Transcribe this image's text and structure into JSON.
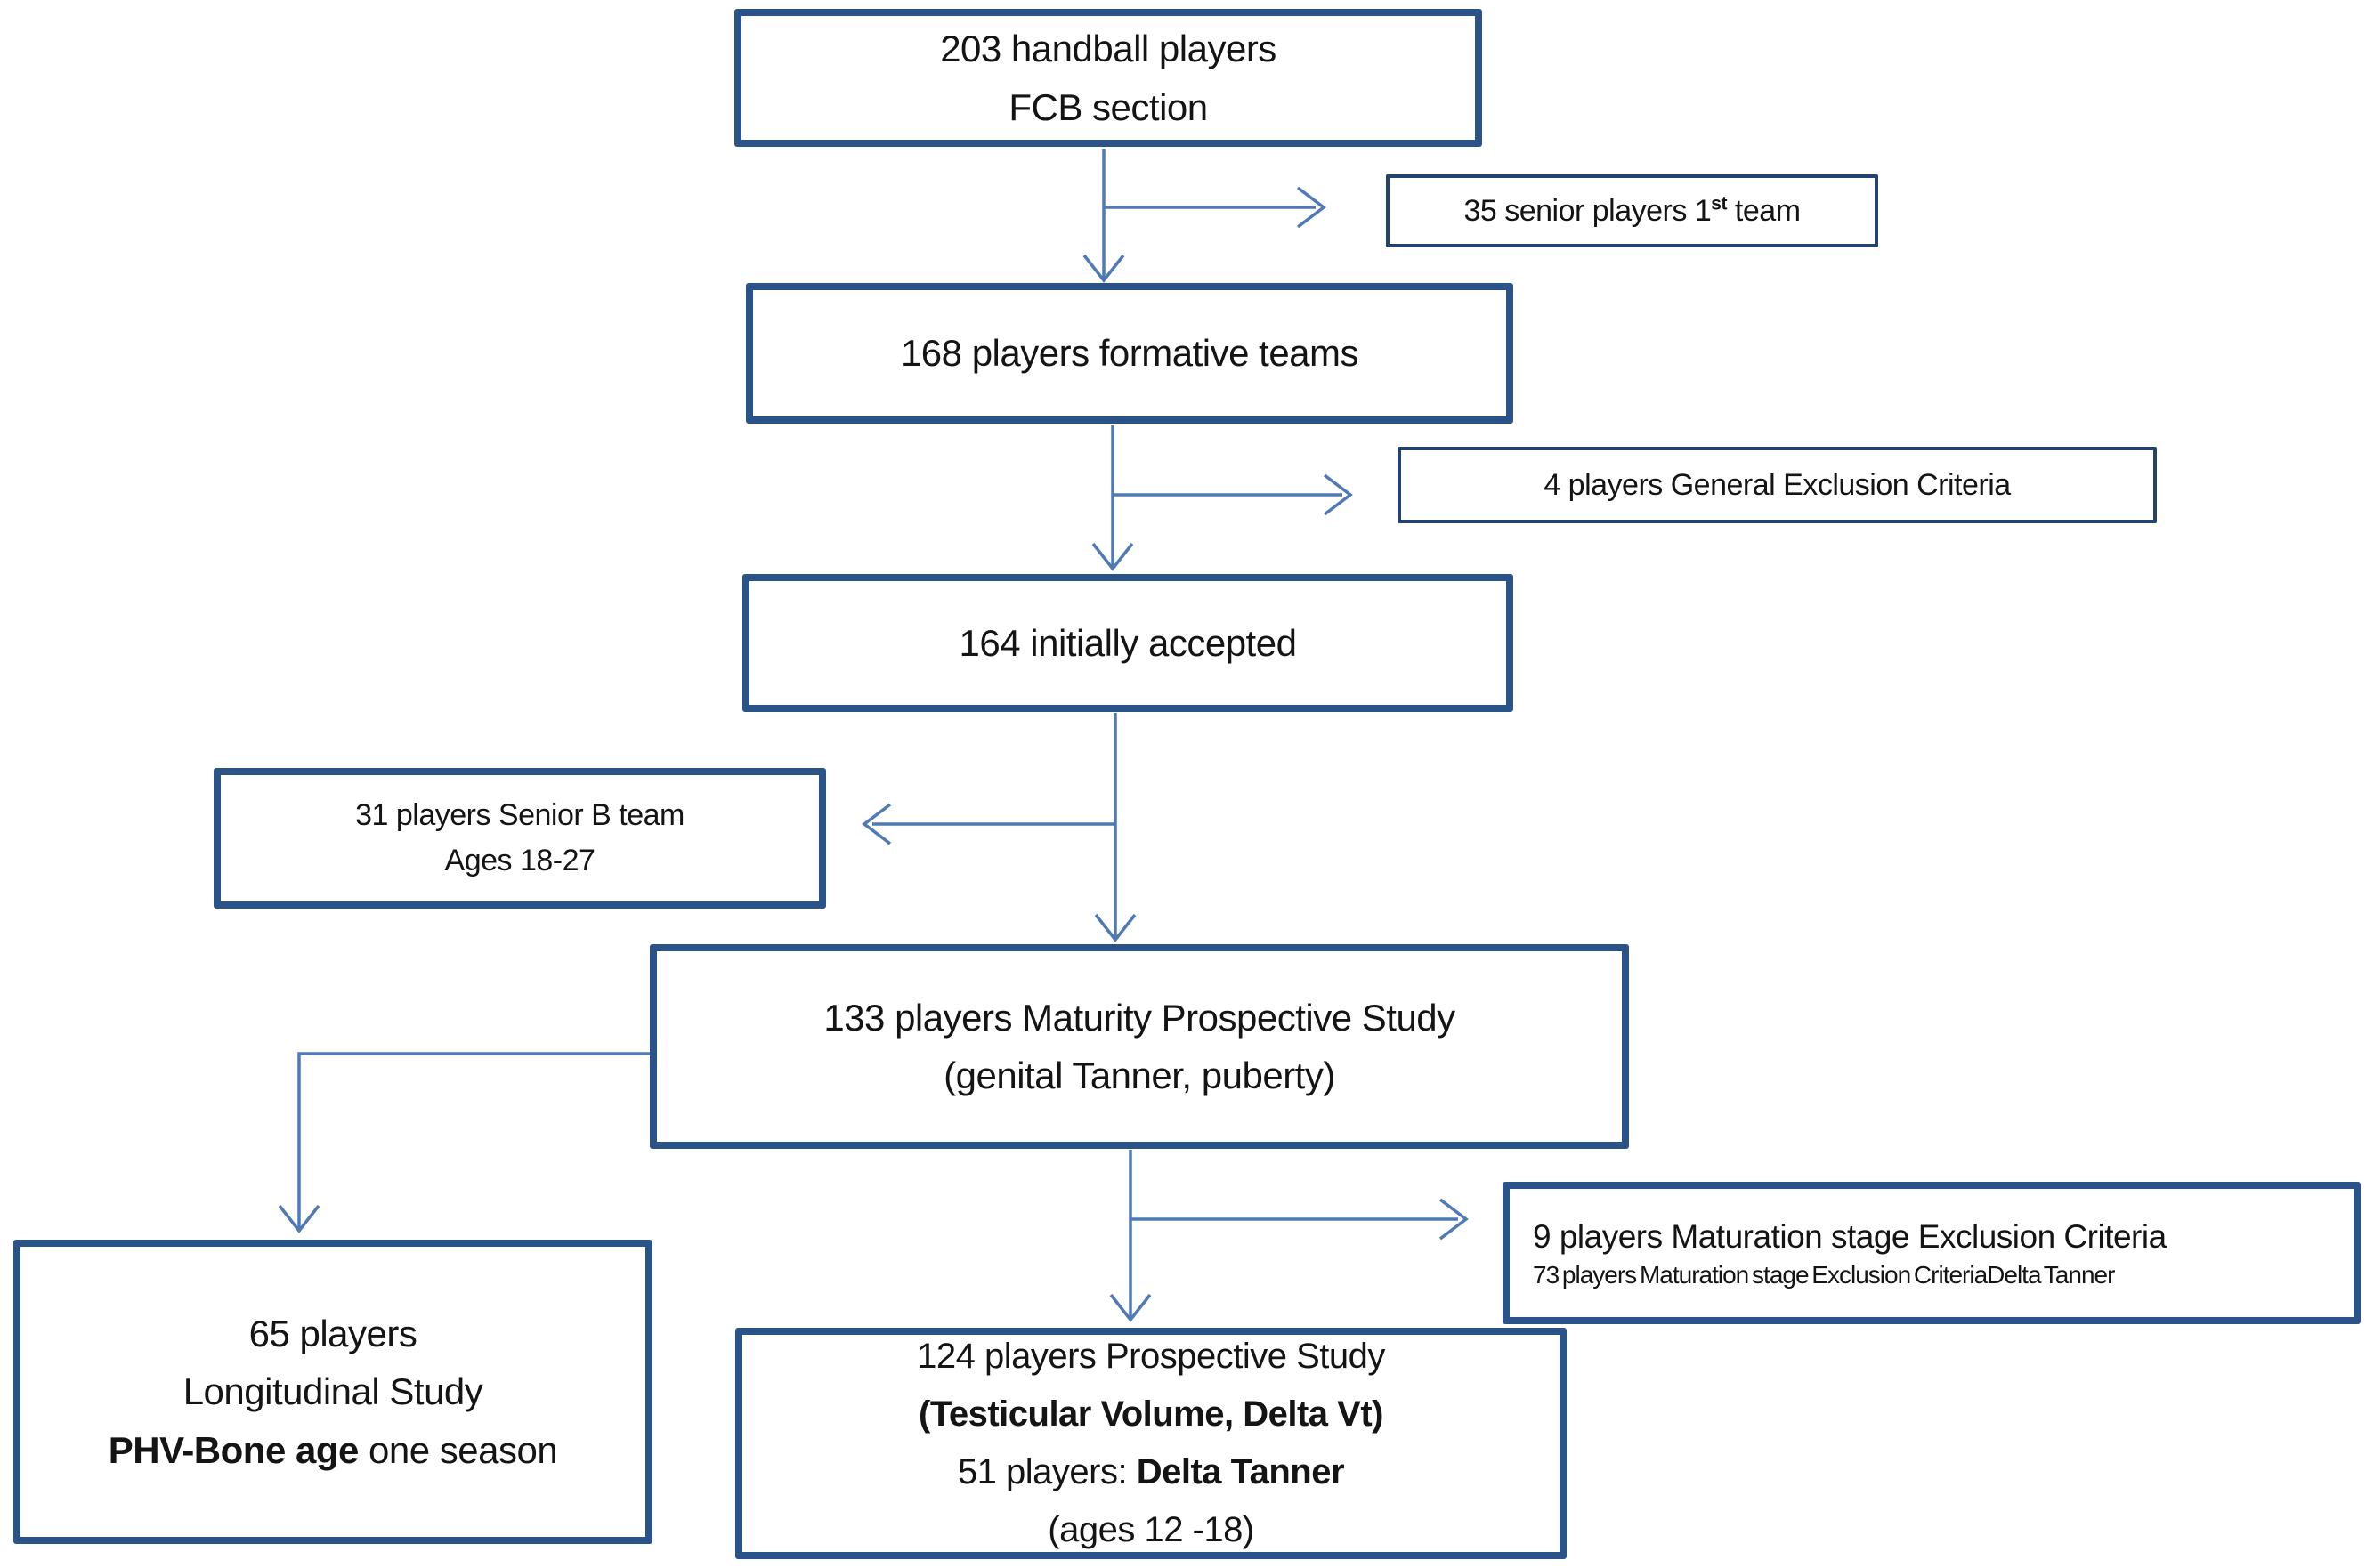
{
  "figure": {
    "type": "flowchart",
    "background": "#ffffff",
    "colors": {
      "box_border_thick": "#2a5489",
      "box_border_thin": "#24426e",
      "arrow": "#4f7ab5",
      "text": "#141414"
    },
    "nodes": {
      "b203": {
        "line1": "203 handball players",
        "line2": "FCB section"
      },
      "b35": {
        "pre": "35 senior players 1",
        "sup": "st",
        "post": " team"
      },
      "b168": {
        "line1": "168 players formative teams"
      },
      "b4": {
        "line1": "4 players General Exclusion Criteria"
      },
      "b164": {
        "line1": "164 initially accepted"
      },
      "b31": {
        "line1": "31 players Senior B team",
        "line2": "Ages 18-27"
      },
      "b133": {
        "line1": "133 players Maturity Prospective Study",
        "line2": "(genital Tanner, puberty)"
      },
      "b9": {
        "line1": "9 players Maturation stage Exclusion Criteria",
        "line2": "73 players Maturation stage Exclusion CriteriaDelta Tanner"
      },
      "b65": {
        "line1": "65 players",
        "line2": "Longitudinal Study",
        "line3_bold": "PHV-Bone age",
        "line3_rest": " one season"
      },
      "b124": {
        "line1": "124 players Prospective Study",
        "line2_bold": "(Testicular Volume, Delta Vt)",
        "line3_pre": "51 players: ",
        "line3_bold": "Delta Tanner",
        "line4": "(ages 12 -18)"
      }
    }
  }
}
